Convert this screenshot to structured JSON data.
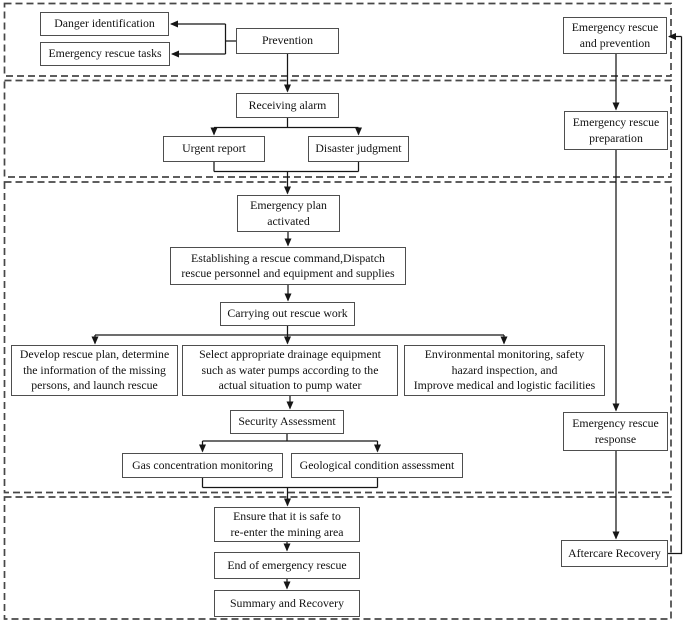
{
  "diagram": {
    "type": "flowchart",
    "colors": {
      "background": "#ffffff",
      "box_border": "#4e4e4e",
      "dashed_band_border": "#474747",
      "connector_line": "#161616",
      "text": "#111111"
    },
    "nodes": {
      "danger_identification": {
        "label": "Danger identification"
      },
      "emergency_rescue_tasks": {
        "label": "Emergency rescue tasks"
      },
      "prevention": {
        "label": "Prevention"
      },
      "emergency_rescue_and_prevention": {
        "label": "Emergency rescue\nand prevention"
      },
      "receiving_alarm": {
        "label": "Receiving alarm"
      },
      "urgent_report": {
        "label": "Urgent report"
      },
      "disaster_judgment": {
        "label": "Disaster judgment"
      },
      "emergency_rescue_preparation": {
        "label": "Emergency rescue\npreparation"
      },
      "emergency_plan_activated": {
        "label": "Emergency plan\nactivated"
      },
      "establishing_rescue_command": {
        "label": "Establishing a rescue command,Dispatch\nrescue personnel and equipment and supplies"
      },
      "carrying_out_rescue_work": {
        "label": "Carrying out rescue work"
      },
      "develop_rescue_plan": {
        "label": "Develop rescue plan, determine\nthe information of the missing\npersons, and launch rescue"
      },
      "select_drainage_equipment": {
        "label": "Select appropriate drainage equipment\nsuch as water pumps according to the\nactual situation to pump water"
      },
      "environmental_monitoring": {
        "label": "Environmental monitoring, safety\nhazard inspection, and\nImprove medical and logistic facilities"
      },
      "security_assessment": {
        "label": "Security Assessment"
      },
      "gas_concentration_monitoring": {
        "label": "Gas concentration monitoring"
      },
      "geological_condition_assessment": {
        "label": "Geological condition assessment"
      },
      "emergency_rescue_response": {
        "label": "Emergency rescue\nresponse"
      },
      "ensure_safe_reentry": {
        "label": "Ensure that it is safe to\nre-enter the mining area"
      },
      "end_of_emergency_rescue": {
        "label": "End of emergency rescue"
      },
      "summary_and_recovery": {
        "label": "Summary and Recovery"
      },
      "aftercare_recovery": {
        "label": "Aftercare Recovery"
      }
    },
    "edges": [
      {
        "from": "prevention",
        "to": "danger_identification"
      },
      {
        "from": "prevention",
        "to": "emergency_rescue_tasks"
      },
      {
        "from": "prevention",
        "to": "receiving_alarm"
      },
      {
        "from": "receiving_alarm",
        "to": "urgent_report"
      },
      {
        "from": "receiving_alarm",
        "to": "disaster_judgment"
      },
      {
        "from": "urgent_report",
        "to": "emergency_plan_activated"
      },
      {
        "from": "disaster_judgment",
        "to": "emergency_plan_activated"
      },
      {
        "from": "emergency_plan_activated",
        "to": "establishing_rescue_command"
      },
      {
        "from": "establishing_rescue_command",
        "to": "carrying_out_rescue_work"
      },
      {
        "from": "carrying_out_rescue_work",
        "to": "develop_rescue_plan"
      },
      {
        "from": "carrying_out_rescue_work",
        "to": "select_drainage_equipment"
      },
      {
        "from": "carrying_out_rescue_work",
        "to": "environmental_monitoring"
      },
      {
        "from": "select_drainage_equipment",
        "to": "security_assessment"
      },
      {
        "from": "security_assessment",
        "to": "gas_concentration_monitoring"
      },
      {
        "from": "security_assessment",
        "to": "geological_condition_assessment"
      },
      {
        "from": "gas_concentration_monitoring",
        "to": "ensure_safe_reentry"
      },
      {
        "from": "geological_condition_assessment",
        "to": "ensure_safe_reentry"
      },
      {
        "from": "ensure_safe_reentry",
        "to": "end_of_emergency_rescue"
      },
      {
        "from": "end_of_emergency_rescue",
        "to": "summary_and_recovery"
      },
      {
        "from": "emergency_rescue_and_prevention",
        "to": "emergency_rescue_preparation"
      },
      {
        "from": "emergency_rescue_preparation",
        "to": "emergency_rescue_response"
      },
      {
        "from": "emergency_rescue_response",
        "to": "aftercare_recovery"
      },
      {
        "from": "aftercare_recovery",
        "to": "emergency_rescue_and_prevention"
      }
    ]
  }
}
